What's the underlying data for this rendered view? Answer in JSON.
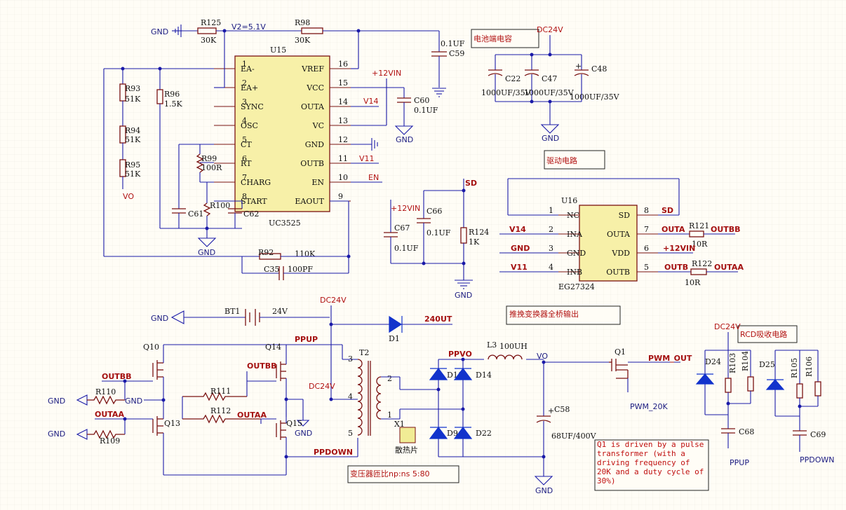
{
  "schematic": {
    "uc3525": {
      "ref": "U15",
      "part": "UC3525",
      "pins_left": [
        {
          "num": "1",
          "name": "EA-"
        },
        {
          "num": "2",
          "name": "EA+"
        },
        {
          "num": "3",
          "name": "SYNC"
        },
        {
          "num": "4",
          "name": "OSC"
        },
        {
          "num": "5",
          "name": "CT"
        },
        {
          "num": "6",
          "name": "RT"
        },
        {
          "num": "7",
          "name": "CHARG"
        },
        {
          "num": "8",
          "name": "START"
        }
      ],
      "pins_right": [
        {
          "num": "16",
          "name": "VREF"
        },
        {
          "num": "15",
          "name": "VCC"
        },
        {
          "num": "14",
          "name": "OUTA"
        },
        {
          "num": "13",
          "name": "VC"
        },
        {
          "num": "12",
          "name": "GND"
        },
        {
          "num": "11",
          "name": "OUTB"
        },
        {
          "num": "10",
          "name": "EN"
        },
        {
          "num": "9",
          "name": "EAOUT"
        }
      ]
    },
    "eg27324": {
      "ref": "U16",
      "part": "EG27324",
      "pins_left": [
        {
          "num": "1",
          "name": "NC"
        },
        {
          "num": "2",
          "name": "INA"
        },
        {
          "num": "3",
          "name": "GND"
        },
        {
          "num": "4",
          "name": "INB"
        }
      ],
      "pins_right": [
        {
          "num": "8",
          "name": "SD"
        },
        {
          "num": "7",
          "name": "OUTA"
        },
        {
          "num": "6",
          "name": "VDD"
        },
        {
          "num": "5",
          "name": "OUTB"
        }
      ]
    },
    "labels": {
      "gnd": "GND",
      "r125": "R125",
      "r125v": "30K",
      "v2": "V2=5.1V",
      "r98": "R98",
      "r98v": "30K",
      "c59": "C59",
      "c59v": "0.1UF",
      "r93": "R93",
      "r93v": "51K",
      "r94": "R94",
      "r94v": "51K",
      "r95": "R95",
      "r95v": "51K",
      "vo": "VO",
      "r96": "R96",
      "r96v": "1.5K",
      "r99": "R99",
      "r99v": "100R",
      "r100": "R100",
      "c61": "C61",
      "c62": "C62",
      "r92": "R92",
      "r92v": "110K",
      "c35": "C35",
      "c35v": "100PF",
      "p12vin": "+12VIN",
      "c60": "C60",
      "c60v": "0.1UF",
      "v14": "V14",
      "v11": "V11",
      "en": "EN",
      "sd": "SD",
      "c66": "C66",
      "c66v": "0.1UF",
      "c67": "C67",
      "c67v": "0.1UF",
      "r124": "R124",
      "r124v": "1K",
      "dc24v": "DC24V",
      "c22": "C22",
      "c22v": "1000UF/35V",
      "c47": "C47",
      "c47v": "1000UF/35V",
      "c48": "C48",
      "c48v": "1000UF/35V",
      "outa": "OUTA",
      "outb": "OUTB",
      "r121": "R121",
      "r121v": "10R",
      "r122": "R122",
      "r122v": "10R",
      "outbb": "OUTBB",
      "outaa": "OUTAA",
      "bt1": "BT1",
      "bt1v": "24V",
      "d1": "D1",
      "out240": "240UT",
      "q10": "Q10",
      "q14": "Q14",
      "q13": "Q13",
      "q15": "Q15",
      "ppup": "PPUP",
      "ppdown": "PPDOWN",
      "r110": "R110",
      "r111": "R111",
      "r112": "R112",
      "r109": "R109",
      "t2": "T2",
      "p2": "2",
      "p3": "3",
      "p4": "4",
      "p5": "5",
      "p1": "1",
      "x1": "X1",
      "heatsink": "散热片",
      "ppvo": "PPVO",
      "d11": "D11",
      "d14": "D14",
      "d9": "D9",
      "d22": "D22",
      "l3": "L3",
      "l3v": "100UH",
      "c58": "C58",
      "c58v": "68UF/400V",
      "q1": "Q1",
      "pwm_out": "PWM_OUT",
      "pwm20k": "PWM_20K",
      "d24": "D24",
      "d25": "D25",
      "r103": "R103",
      "r104": "R104",
      "r105": "R105",
      "r106": "R106",
      "c68": "C68",
      "c69": "C69"
    },
    "notes": {
      "battery_cap": "电池端电容",
      "drive": "驱动电路",
      "push_pull": "推挽变换器全桥输出",
      "rcd": "RCD吸收电路",
      "ratio": "变压器匝比np:ns 5:80",
      "q1_note": [
        "Q1 is driven by a pulse",
        "transformer (with a",
        "driving frequency of",
        "20K and a duty cycle of",
        "30%)"
      ]
    }
  }
}
